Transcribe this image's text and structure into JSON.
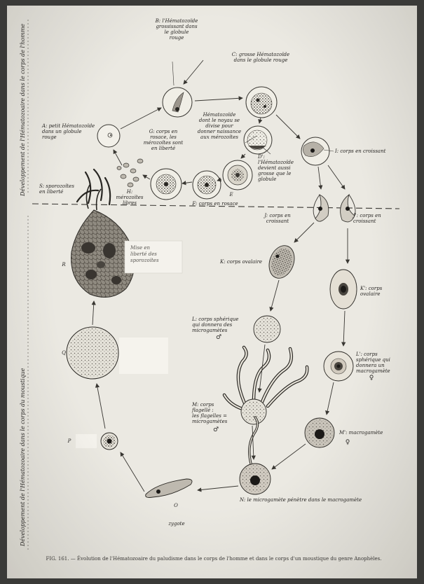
{
  "labels": {
    "B": "B: l'Hématozoïde\ngrossissant dans\nle globule\nrouge",
    "C": "C: grosse Hématozoïde\ndans le globule rouge",
    "A": "A: petit Hématozoïde\ndans un globule\nrouge",
    "G": "G: corps en\nrosace, les\nmérozoïtes sont\nen liberté",
    "D": "Hématozoïde\ndont le noyau se\ndivise pour\ndonner naissance\naux mérozoïtes",
    "Dp": "D':\nl'Hématozoïde\ndevient aussi\ngrosse que le\nglobule",
    "I": "I: corps en croissant",
    "S": "S: sporozoïtes\nen liberté",
    "H": "H:\nmérozoïtes\nlibres",
    "E": "E",
    "F": "F: corps en rosace",
    "J": "J: corps en\ncroissant",
    "Jp": "J': corps en\ncroissant",
    "K": "K: corps ovalaire",
    "Kp": "K': corps\novalaire",
    "L": "L: corps sphérique\nqui donnera des\nmicrogamètes",
    "L_sym": "♂",
    "Lp": "L': corps\nsphérique qui\ndonnera un\nmacrogamète",
    "Lp_sym": "♀",
    "M": "M: corps\nflagellé :\nles flagelles =\nmicrogamètes",
    "M_sym": "♂",
    "Mp": "M': macrogamète",
    "Mp_sym": "♀",
    "N": "N: le microgamète pénètre dans le macrogamète",
    "R": "R",
    "Q": "Q",
    "P": "P",
    "O": "O",
    "O_text": "zygote",
    "note": "Mise en\nliberté des\nsporozoïtes"
  },
  "side_labels": {
    "top": "Développement de l'Hématozoaire dans le corps de l'homme",
    "bottom": "Développement de l'Hématozoaire dans le corps du moustique"
  },
  "caption": "FIG. 161. — Évolution de l'Hématozoaire du paludisme dans le corps de l'homme et dans le corps d'un moustique du genre Anophèles."
}
